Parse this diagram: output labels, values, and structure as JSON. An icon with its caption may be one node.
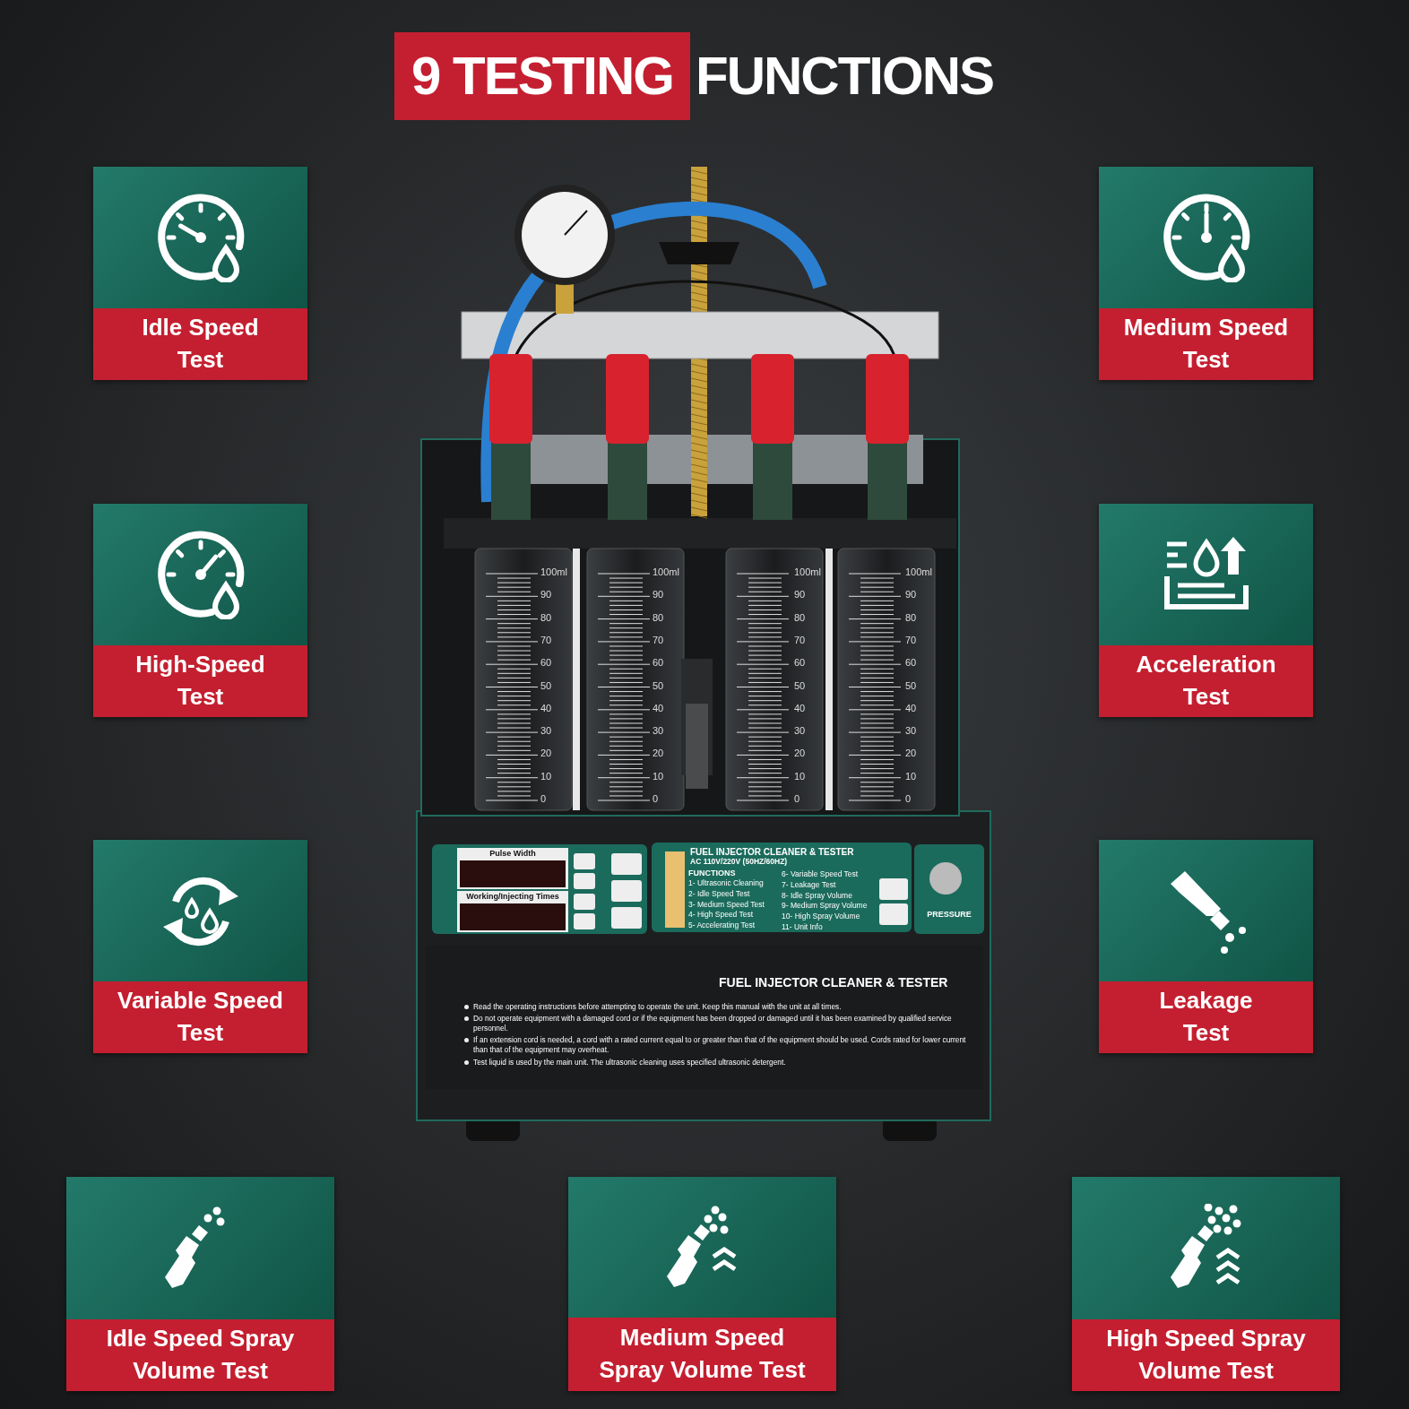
{
  "diagram": {
    "nodes": [
      {
        "text": [
          "Idle Speed Test"
        ]
      },
      {
        "text": [
          "Medium Speed Test"
        ]
      },
      {
        "text": [
          "High-Speed Test"
        ]
      },
      {
        "text": [
          "Acceleration Test"
        ]
      },
      {
        "text": [
          "Variable Speed Test"
        ]
      },
      {
        "text": [
          "Leakage Test"
        ]
      },
      {
        "text": [
          "Idle Speed Spray Volume Test"
        ]
      },
      {
        "text": [
          "Medium Speed Spray Volume Test"
        ]
      },
      {
        "text": [
          "High Speed Spray Volume Test"
        ]
      }
    ],
    "labels": [
      "9 TESTING",
      "FUNCTIONS",
      "100ml",
      "90",
      "80",
      "70",
      "60",
      "50",
      "40",
      "30",
      "20",
      "10",
      "0",
      "100ml",
      "90",
      "80",
      "70",
      "60",
      "50",
      "40",
      "30",
      "20",
      "10",
      "0",
      "100ml",
      "90",
      "80",
      "70",
      "60",
      "50",
      "40",
      "30",
      "20",
      "10",
      "0",
      "100ml",
      "90",
      "80",
      "70",
      "60",
      "50",
      "40",
      "30",
      "20",
      "10",
      "0",
      "Pulse Width",
      "Working/Injecting Times",
      "FUEL INJECTOR CLEANER & TESTER",
      "AC 110V/220V (50HZ/60HZ)",
      "FUNCTIONS",
      "1- Ultrasonic Cleaning",
      "2- Idle Speed Test",
      "3- Medium Speed Test",
      "4- High Speed Test",
      "5- Accelerating Test",
      "6- Variable Speed Test",
      "7- Leakage Test",
      "8- Idle Spray Volume",
      "9- Medium Spray Volume",
      "10- High Spray Volume",
      "11- Unit Info",
      "PRESSURE",
      "FUEL INJECTOR CLEANER & TESTER",
      "Read the operating instructions before attempting to operate the unit. Keep this manual with the unit at all times.",
      "Do not operate equipment with a damaged cord or if the equipment has been dropped or damaged until it has been examined by qualified service personnel.",
      "If an extension cord is needed, a cord with a rated current equal to or greater than that of the equipment should be used. Cords rated for lower current than that of the equipment may overheat.",
      "Test liquid is used by the main unit. The ultrasonic cleaning uses specified ultrasonic detergent."
    ]
  }
}
